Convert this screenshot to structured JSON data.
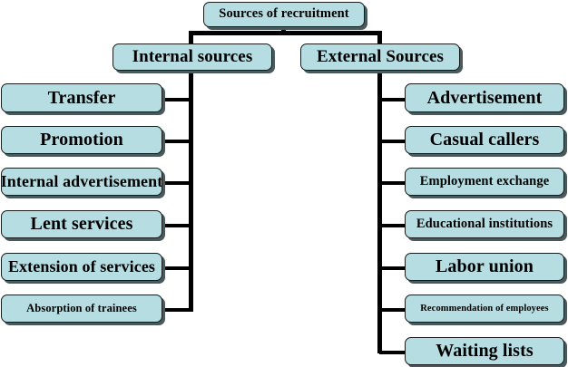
{
  "diagram": {
    "title": "Sources of recruitment",
    "root": {
      "label": "Sources of recruitment"
    },
    "branches": [
      {
        "label": "Internal sources",
        "side": "left",
        "items": [
          {
            "label": "Transfer"
          },
          {
            "label": "Promotion"
          },
          {
            "label": "Internal advertisement"
          },
          {
            "label": "Lent services"
          },
          {
            "label": "Extension of services"
          },
          {
            "label": "Absorption of trainees"
          }
        ]
      },
      {
        "label": "External Sources",
        "side": "right",
        "items": [
          {
            "label": "Advertisement"
          },
          {
            "label": "Casual callers"
          },
          {
            "label": "Employment exchange"
          },
          {
            "label": "Educational institutions"
          },
          {
            "label": "Labor union"
          },
          {
            "label": "Recommendation of employees"
          },
          {
            "label": "Waiting lists"
          }
        ]
      }
    ],
    "colors": {
      "node_fill": "#b6dde2",
      "node_border": "#1a1a1a",
      "node_shadow": "#4a5a5c",
      "connector": "#000000",
      "text": "#000000",
      "background": "#ffffff"
    }
  }
}
